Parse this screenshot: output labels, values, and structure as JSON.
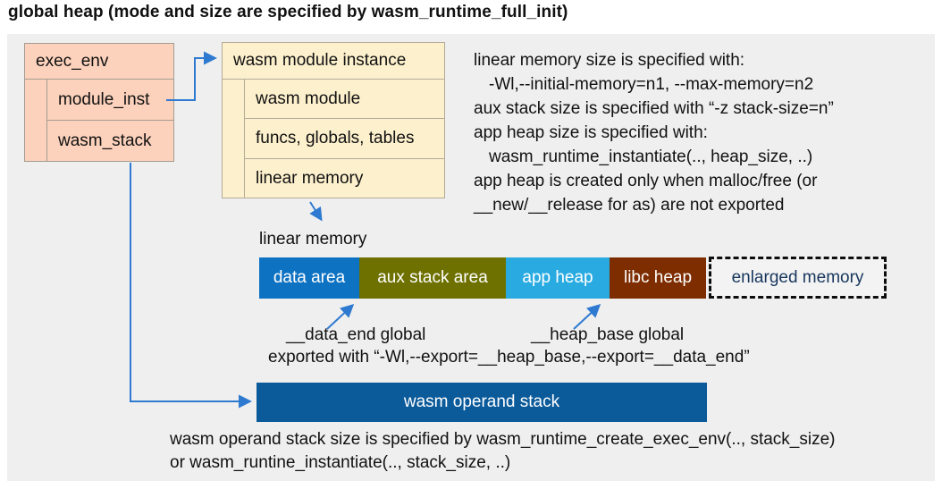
{
  "title": "global heap (mode and size are specified by wasm_runtime_full_init)",
  "exec_env": {
    "header": "exec_env",
    "rows": [
      "module_inst",
      "wasm_stack"
    ]
  },
  "module_instance": {
    "header": "wasm module instance",
    "rows": [
      "wasm module",
      "funcs, globals, tables",
      "linear memory"
    ]
  },
  "notes": {
    "lines": [
      "linear memory size is specified with:",
      "-Wl,--initial-memory=n1, --max-memory=n2",
      "aux stack size is specified with “-z stack-size=n”",
      "app heap size is specified with:",
      "wasm_runtime_instantiate(.., heap_size, ..)",
      "app heap is created only when malloc/free (or",
      "__new/__release for as) are not exported"
    ]
  },
  "linear_memory": {
    "label": "linear memory",
    "segments": [
      {
        "label": "data area",
        "color": "#0e72c3"
      },
      {
        "label": "aux stack area",
        "color": "#6e7100"
      },
      {
        "label": "app heap",
        "color": "#29abe2"
      },
      {
        "label": "libc heap",
        "color": "#7e2d00"
      }
    ],
    "enlarged_label": "enlarged memory"
  },
  "annotations": {
    "data_end": "__data_end global",
    "heap_base": "__heap_base global",
    "exported": "exported with “-Wl,--export=__heap_base,--export=__data_end”"
  },
  "operand_stack": {
    "label": "wasm operand stack"
  },
  "footer": {
    "lines": [
      "wasm operand stack size is specified by wasm_runtime_create_exec_env(.., stack_size)",
      "or wasm_runtine_instantiate(.., stack_size, ..)"
    ]
  },
  "colors": {
    "panel_bg": "#efefef",
    "box_salmon": "#fcd2bc",
    "box_cream": "#fdf0cd",
    "data_area": "#0e72c3",
    "aux_stack_area": "#6e7100",
    "app_heap": "#29abe2",
    "libc_heap": "#7e2d00",
    "operand_stack": "#0b5a9a",
    "arrow": "#2e7ad1",
    "enlarged_text": "#17365d"
  }
}
